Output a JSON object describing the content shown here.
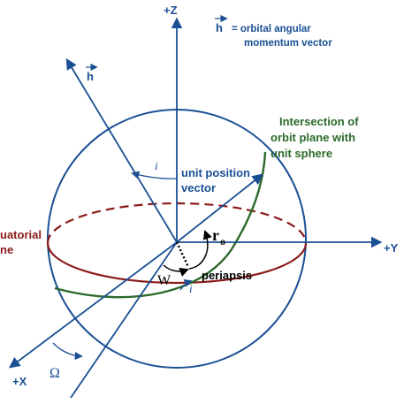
{
  "labels": {
    "z_axis": "+Z",
    "y_axis": "+Y",
    "x_axis": "+X",
    "h_vec_symbol": "h",
    "h_vec_legend_symbol": "h",
    "h_vec_legend_line1": "= orbital angular",
    "h_vec_legend_line2": "momentum vector",
    "intersection_line1": "Intersection of",
    "intersection_line2": "orbit plane with",
    "intersection_line3": "unit sphere",
    "unit_position_line1": "unit position",
    "unit_position_line2": "vector",
    "r0_symbol": "r",
    "r0_subscript": "o",
    "equatorial_line1": "uatorial",
    "equatorial_line2": "ne",
    "periapsis": "periapsis",
    "w_symbol": "W",
    "inclination_upper": "i",
    "inclination_lower": "i",
    "omega_symbol": "Ω"
  },
  "colors": {
    "axis": "#1a4f94",
    "sphere": "#1a4f94",
    "equator": "#8b1a1a",
    "orbit": "#2b6a2b",
    "text_black": "#000000"
  }
}
